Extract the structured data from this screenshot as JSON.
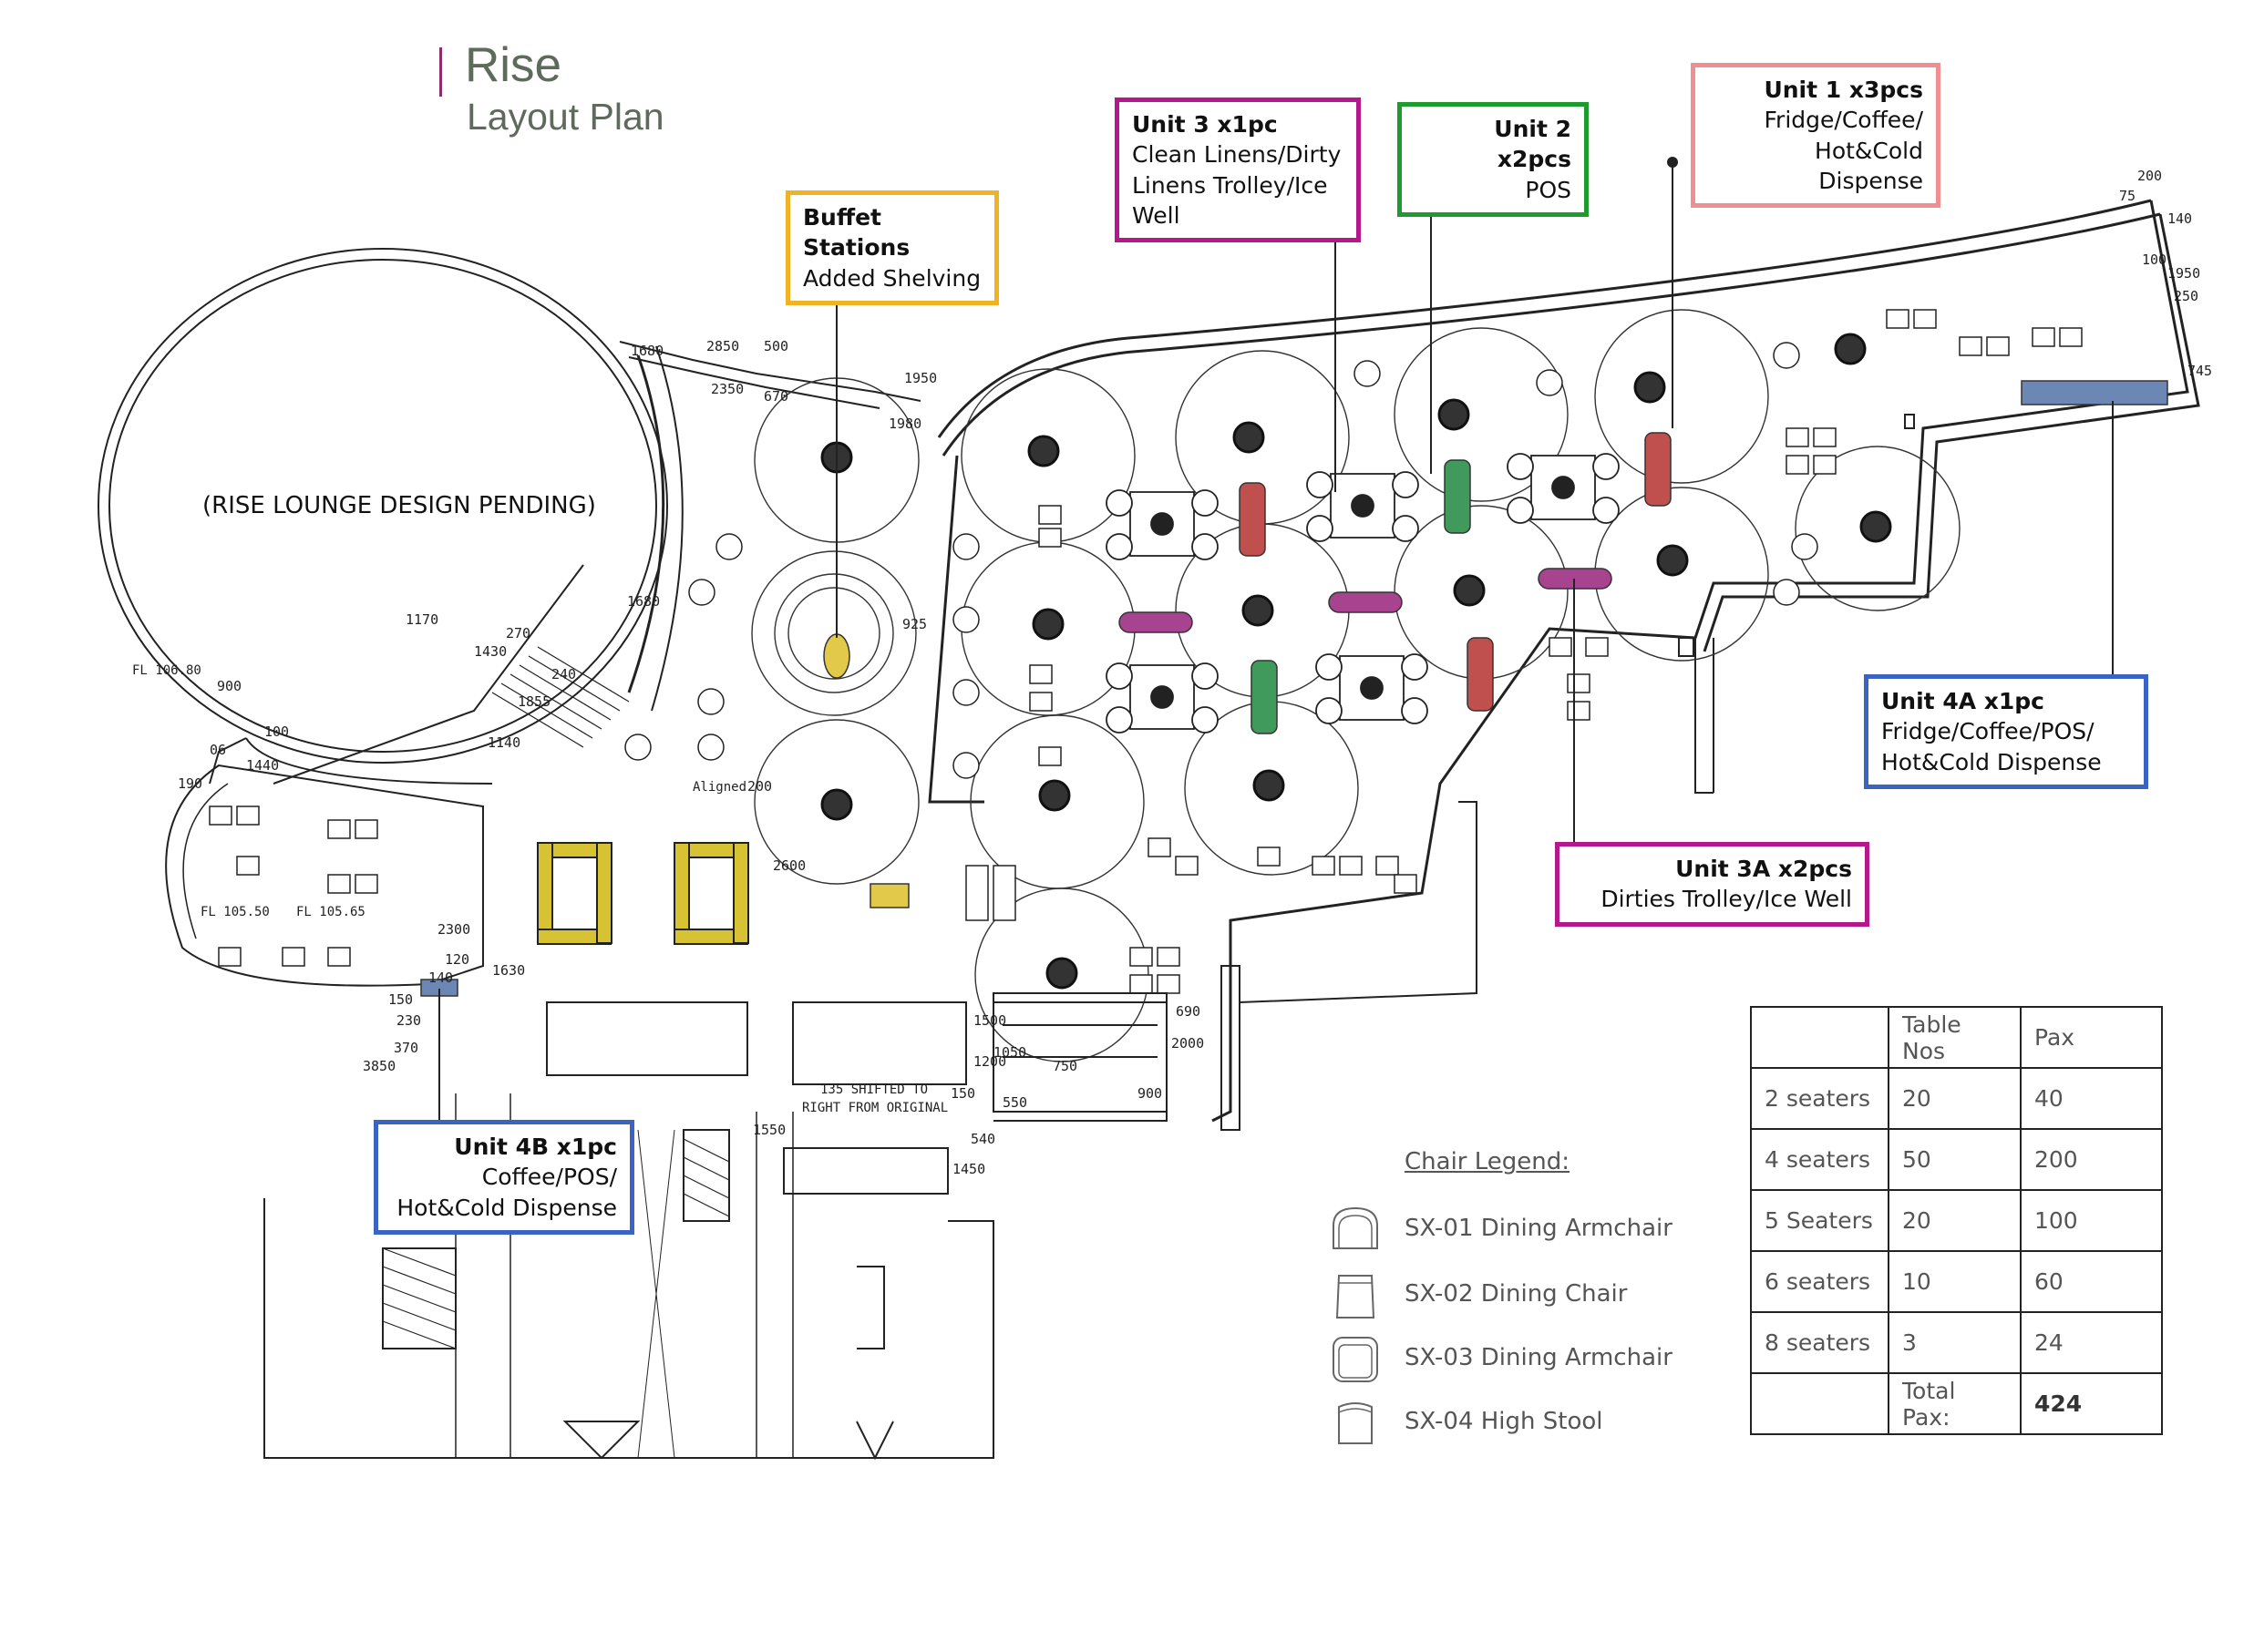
{
  "title": {
    "main": "Rise",
    "sub": "Layout Plan"
  },
  "lounge_label": "(RISE LOUNGE DESIGN PENDING)",
  "callouts": {
    "buffet": {
      "title": "Buffet Stations",
      "lines": [
        "Added Shelving"
      ],
      "color": "#f0b323"
    },
    "unit3": {
      "title": "Unit 3 x1pc",
      "lines": [
        "Clean Linens/Dirty",
        "Linens Trolley/Ice",
        "Well"
      ],
      "color": "#b5178c"
    },
    "unit2": {
      "title": "Unit 2 x2pcs",
      "lines": [
        "POS"
      ],
      "color": "#1f9a2e"
    },
    "unit1": {
      "title": "Unit 1 x3pcs",
      "lines": [
        "Fridge/Coffee/",
        "Hot&Cold Dispense"
      ],
      "color": "#ef8f91"
    },
    "unit4a": {
      "title": "Unit 4A x1pc",
      "lines": [
        "Fridge/Coffee/POS/",
        "Hot&Cold Dispense"
      ],
      "color": "#3a63c4"
    },
    "unit3a": {
      "title": "Unit 3A x2pcs",
      "lines": [
        "Dirties Trolley/Ice Well"
      ],
      "color": "#b5178c"
    },
    "unit4b": {
      "title": "Unit 4B x1pc",
      "lines": [
        "Coffee/POS/",
        "Hot&Cold Dispense"
      ],
      "color": "#3a63c4"
    }
  },
  "chair_legend": {
    "title": "Chair Legend:",
    "items": [
      {
        "code": "SX-01",
        "label": "SX-01 Dining Armchair"
      },
      {
        "code": "SX-02",
        "label": "SX-02 Dining Chair"
      },
      {
        "code": "SX-03",
        "label": "SX-03 Dining Armchair"
      },
      {
        "code": "SX-04",
        "label": "SX-04 High Stool"
      }
    ]
  },
  "pax_table": {
    "headers": [
      "",
      "Table Nos",
      "Pax"
    ],
    "rows": [
      [
        "2 seaters",
        "20",
        "40"
      ],
      [
        "4 seaters",
        "50",
        "200"
      ],
      [
        "5 Seaters",
        "20",
        "100"
      ],
      [
        "6 seaters",
        "10",
        "60"
      ],
      [
        "8 seaters",
        "3",
        "24"
      ]
    ],
    "total_label": "Total Pax:",
    "total_value": "424"
  },
  "plan_labels": {
    "fl1": "FL 106.80",
    "fl2": "FL 105.50",
    "fl3": "FL 105.65",
    "aligned": "Aligned",
    "shifted_1": "135 SHIFTED TO",
    "shifted_2": "RIGHT FROM ORIGINAL",
    "dims": [
      "1680",
      "2850",
      "2350",
      "1950",
      "1980",
      "500",
      "670",
      "1680",
      "1170",
      "1430",
      "270",
      "240",
      "1855",
      "900",
      "06",
      "100",
      "1440",
      "1140",
      "190",
      "200",
      "2600",
      "2300",
      "120",
      "140",
      "1630",
      "150",
      "230",
      "370",
      "3850",
      "1500",
      "1200",
      "1050",
      "150",
      "550",
      "750",
      "690",
      "2000",
      "900",
      "1550",
      "540",
      "1450",
      "200",
      "75",
      "140",
      "100",
      "1950",
      "250",
      "745",
      "925"
    ]
  },
  "colors": {
    "equip_red": "#c0504d",
    "equip_green": "#3f9a5c",
    "equip_purple": "#a8438f",
    "equip_blue": "#6d87b5",
    "shelf_yellow": "#d6c232",
    "title_accent": "#8b2d6e"
  }
}
